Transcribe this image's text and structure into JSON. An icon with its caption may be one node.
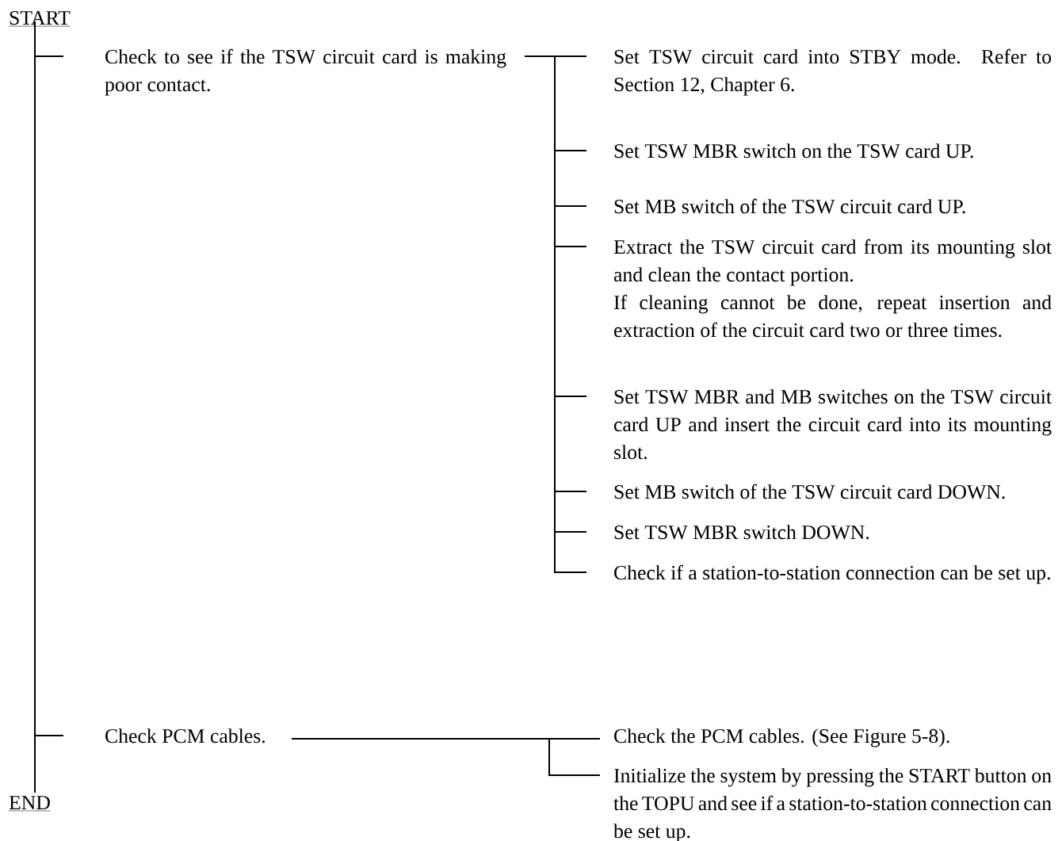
{
  "diagram": {
    "nodes": [
      {
        "text": [
          "START"
        ]
      },
      {
        "text": [
          "END"
        ]
      },
      {
        "text": [
          "Check to see if the TSW circuit card is making poor contact."
        ]
      },
      {
        "text": [
          "Check PCM cables."
        ]
      },
      {
        "text": [
          "Set TSW circuit card into STBY mode. Refer to Section 12, Chapter 6."
        ]
      },
      {
        "text": [
          "Set TSW MBR switch on the TSW card UP."
        ]
      },
      {
        "text": [
          "Set MB switch of the TSW circuit card UP."
        ]
      },
      {
        "text": [
          "Extract the TSW circuit card from its mounting slot and clean the contact portion.",
          "If cleaning cannot be done, repeat insertion and extraction of the circuit card two or three times."
        ]
      },
      {
        "text": [
          "Set TSW MBR and MB switches on the TSW circuit card UP and insert the circuit card into its mounting slot."
        ]
      },
      {
        "text": [
          "Set MB switch of the TSW circuit card DOWN."
        ]
      },
      {
        "text": [
          "Set TSW MBR switch DOWN."
        ]
      },
      {
        "text": [
          "Check if a station-to-station connection can be set up."
        ]
      },
      {
        "text": [
          "Check the PCM cables. (See Figure 5-8)."
        ]
      },
      {
        "text": [
          "Initialize the system by pressing the START button on the TOPU and see if a station-to-station connection can be set up."
        ]
      }
    ],
    "edges": [
      {
        "from": 0,
        "to": 1,
        "arrow": "none"
      },
      {
        "from": 0,
        "to": 2,
        "arrow": "none"
      },
      {
        "from": 0,
        "to": 3,
        "arrow": "none"
      },
      {
        "from": 2,
        "to": 4,
        "arrow": "none"
      },
      {
        "from": 2,
        "to": 5,
        "arrow": "none"
      },
      {
        "from": 2,
        "to": 6,
        "arrow": "none"
      },
      {
        "from": 2,
        "to": 7,
        "arrow": "none"
      },
      {
        "from": 2,
        "to": 8,
        "arrow": "none"
      },
      {
        "from": 2,
        "to": 9,
        "arrow": "none"
      },
      {
        "from": 2,
        "to": 10,
        "arrow": "none"
      },
      {
        "from": 2,
        "to": 11,
        "arrow": "none"
      },
      {
        "from": 3,
        "to": 12,
        "arrow": "none"
      },
      {
        "from": 3,
        "to": 13,
        "arrow": "none"
      }
    ]
  }
}
